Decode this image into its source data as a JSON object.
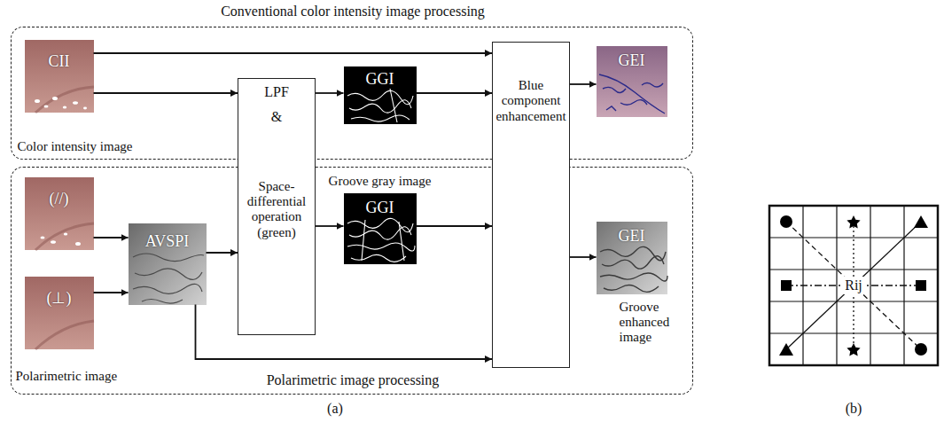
{
  "diagram": {
    "nodes": [
      {
        "text": [
          "Conventional color intensity image processing"
        ]
      },
      {
        "text": [
          "Polarimetric image processing"
        ]
      },
      {
        "text": [
          "CII",
          "Color intensity image"
        ],
        "in": 0
      },
      {
        "text": [
          "(//)"
        ],
        "in": 1
      },
      {
        "text": [
          "(⊥)",
          "Polarimetric image"
        ],
        "in": 1
      },
      {
        "text": [
          "AVSPI"
        ],
        "in": 1
      },
      {
        "text": [
          "LPF",
          "&",
          "Space-differential operation (green)"
        ]
      },
      {
        "text": [
          "GGI"
        ],
        "in": 0
      },
      {
        "text": [
          "Groove gray image",
          "GGI"
        ],
        "in": 1
      },
      {
        "text": [
          "Blue component enhancement"
        ]
      },
      {
        "text": [
          "GEI"
        ],
        "in": 0
      },
      {
        "text": [
          "GEI",
          "Groove enhanced image"
        ],
        "in": 1
      },
      {
        "text": [
          "Rij"
        ]
      }
    ],
    "edges": [
      {
        "from": 2,
        "to": 9,
        "arrow": "to"
      },
      {
        "from": 2,
        "to": 6,
        "arrow": "to"
      },
      {
        "from": 6,
        "to": 7,
        "arrow": "to"
      },
      {
        "from": 7,
        "to": 9,
        "arrow": "to"
      },
      {
        "from": 9,
        "to": 10,
        "arrow": "to"
      },
      {
        "from": 3,
        "to": 5,
        "arrow": "to"
      },
      {
        "from": 4,
        "to": 5,
        "arrow": "to"
      },
      {
        "from": 5,
        "to": 6,
        "arrow": "to"
      },
      {
        "from": 6,
        "to": 8,
        "arrow": "to"
      },
      {
        "from": 8,
        "to": 9,
        "arrow": "to"
      },
      {
        "from": 5,
        "to": 9,
        "arrow": "to"
      },
      {
        "from": 9,
        "to": 11,
        "arrow": "to"
      }
    ],
    "labels": [
      "(a)",
      "(b)"
    ]
  }
}
